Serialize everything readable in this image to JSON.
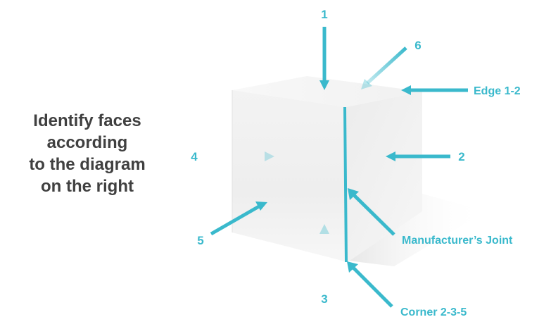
{
  "instruction": {
    "lines": [
      "Identify faces",
      "according",
      "to the diagram",
      "on the right"
    ]
  },
  "labels": {
    "face_1": "1",
    "face_2": "2",
    "face_3": "3",
    "face_4": "4",
    "face_5": "5",
    "face_6": "6",
    "edge_1_2": "Edge 1-2",
    "manufacturers_joint": "Manufacturer’s Joint",
    "corner_2_3_5": "Corner 2-3-5"
  },
  "colors": {
    "accent": "#3ab9cc",
    "heading_text": "#404040"
  }
}
